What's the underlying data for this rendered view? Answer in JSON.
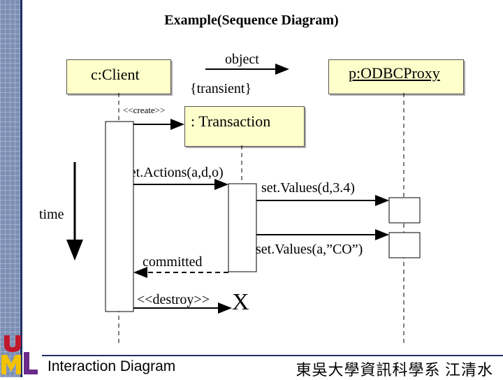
{
  "title": "Example(Sequence Diagram)",
  "objects": {
    "client": "c:Client",
    "proxy": "p:ODBCProxy",
    "transaction": ": Transaction"
  },
  "labels": {
    "object": "object",
    "transient": "{transient}",
    "create": "<<create>>",
    "set_actions": "set.Actions(a,d,o)",
    "set_values_1": "set.Values(d,3.4)",
    "set_values_2": "set.Values(a,”CO”)",
    "committed": "committed",
    "destroy": "<<destroy>>",
    "destroy_mark": "X",
    "time": "time"
  },
  "footer": {
    "left": "Interaction Diagram",
    "right": "東吳大學資訊科學系 江清水"
  },
  "colors": {
    "box_fill": "#ffffcc",
    "frame": "#1f2f66",
    "logo_red": "#c0182a",
    "logo_yellow": "#f2c200",
    "logo_purple": "#6a2a8a"
  }
}
